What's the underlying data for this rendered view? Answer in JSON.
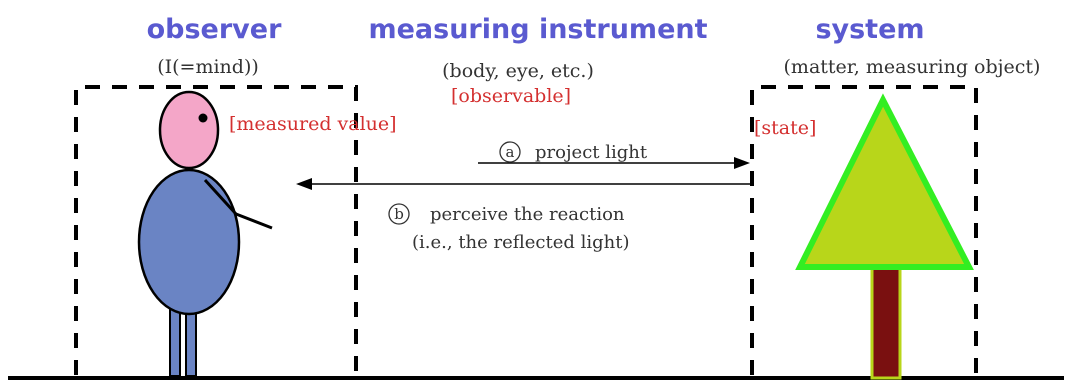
{
  "columns": {
    "observer": {
      "title": "observer",
      "subtitle": "(I(=mind))",
      "tag": "[measured value]"
    },
    "instrument": {
      "title": "measuring instrument",
      "subtitle": "(body, eye, etc.)",
      "tag": "[observable]"
    },
    "system": {
      "title": "system",
      "subtitle": "(matter, measuring object)",
      "tag": "[state]"
    }
  },
  "arrows": {
    "project": {
      "marker": "a",
      "label": "project light"
    },
    "perceive": {
      "marker": "b",
      "label": "perceive the reaction",
      "label2": "(i.e., the reflected light)"
    }
  },
  "colors": {
    "title": "#5a5ad0",
    "tag": "#d43030",
    "head": "#f4a6c8",
    "body": "#6a84c4",
    "tree_fill": "#b8d61a",
    "tree_outline": "#33ee22",
    "trunk": "#7a1010"
  },
  "icons": [
    "stick-figure-observer",
    "tree-system"
  ]
}
